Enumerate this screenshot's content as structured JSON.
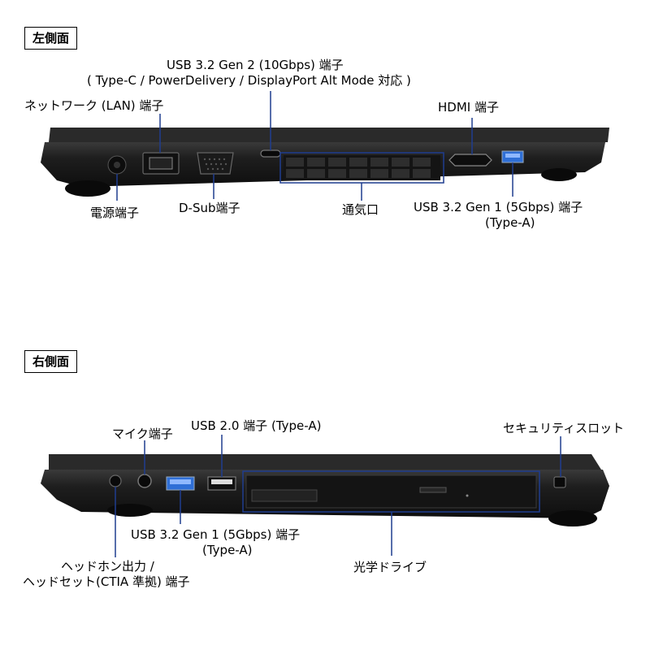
{
  "left_side": {
    "title": "左側面",
    "labels": {
      "usb_c_line1": "USB 3.2 Gen 2 (10Gbps) 端子",
      "usb_c_line2": "( Type-C / PowerDelivery / DisplayPort Alt Mode 対応 )",
      "lan": "ネットワーク (LAN) 端子",
      "hdmi": "HDMI 端子",
      "power": "電源端子",
      "dsub": "D-Sub端子",
      "vent": "通気口",
      "usb_a_line1": "USB 3.2 Gen 1 (5Gbps) 端子",
      "usb_a_line2": "(Type-A)"
    }
  },
  "right_side": {
    "title": "右側面",
    "labels": {
      "mic": "マイク端子",
      "usb2": "USB 2.0 端子 (Type-A)",
      "lock": "セキュリティスロット",
      "usb3_line1": "USB 3.2 Gen 1 (5Gbps) 端子",
      "usb3_line2": "(Type-A)",
      "optical": "光学ドライブ",
      "headphone_line1": "ヘッドホン出力 /",
      "headphone_line2": "ヘッドセット(CTIA 準拠) 端子"
    }
  },
  "colors": {
    "callout_line": "#1f3d8f",
    "laptop_body": "#1c1c1c",
    "usb3_blue": "#2f6fd6"
  }
}
